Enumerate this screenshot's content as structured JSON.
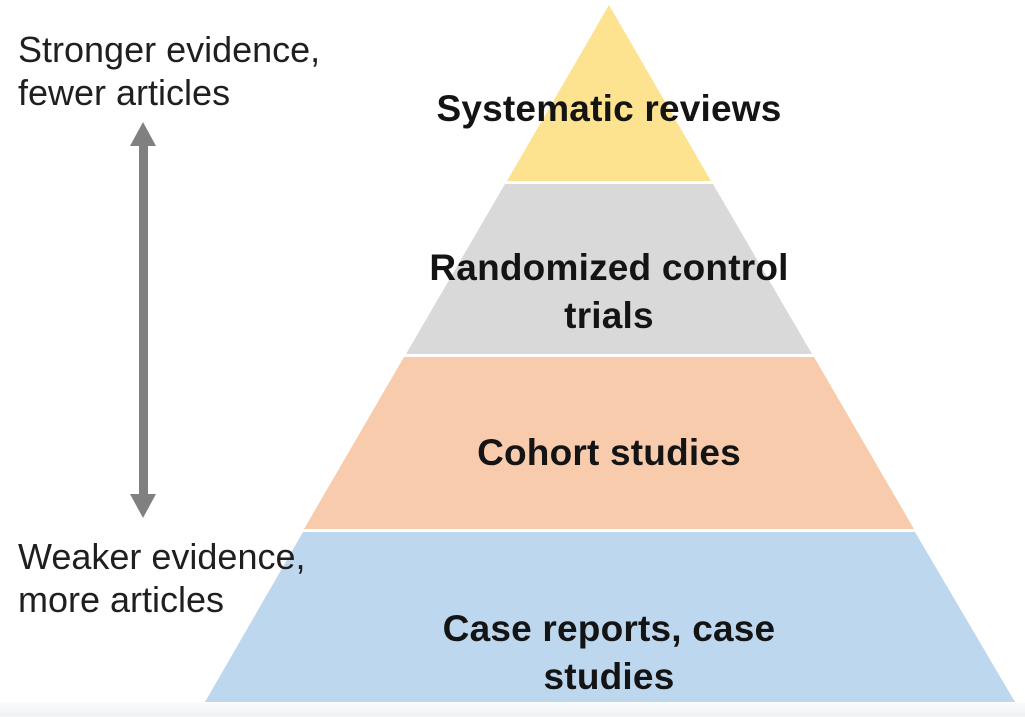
{
  "pyramid": {
    "tiers": [
      {
        "label": "Systematic reviews",
        "color": "#FDE290"
      },
      {
        "label": "Randomized control\ntrials",
        "color": "#D9D9D9"
      },
      {
        "label": "Cohort studies",
        "color": "#F8CBAD"
      },
      {
        "label": "Case reports, case studies",
        "color": "#BDD7EE"
      }
    ],
    "label_color": "#141414"
  },
  "side_annotations": {
    "top_label": "Stronger evidence,\nfewer articles",
    "bottom_label": "Weaker evidence,\nmore articles",
    "arrow_color": "#808080",
    "text_color": "#1f1f1f"
  },
  "footer_strip_color": "#eff2f4"
}
